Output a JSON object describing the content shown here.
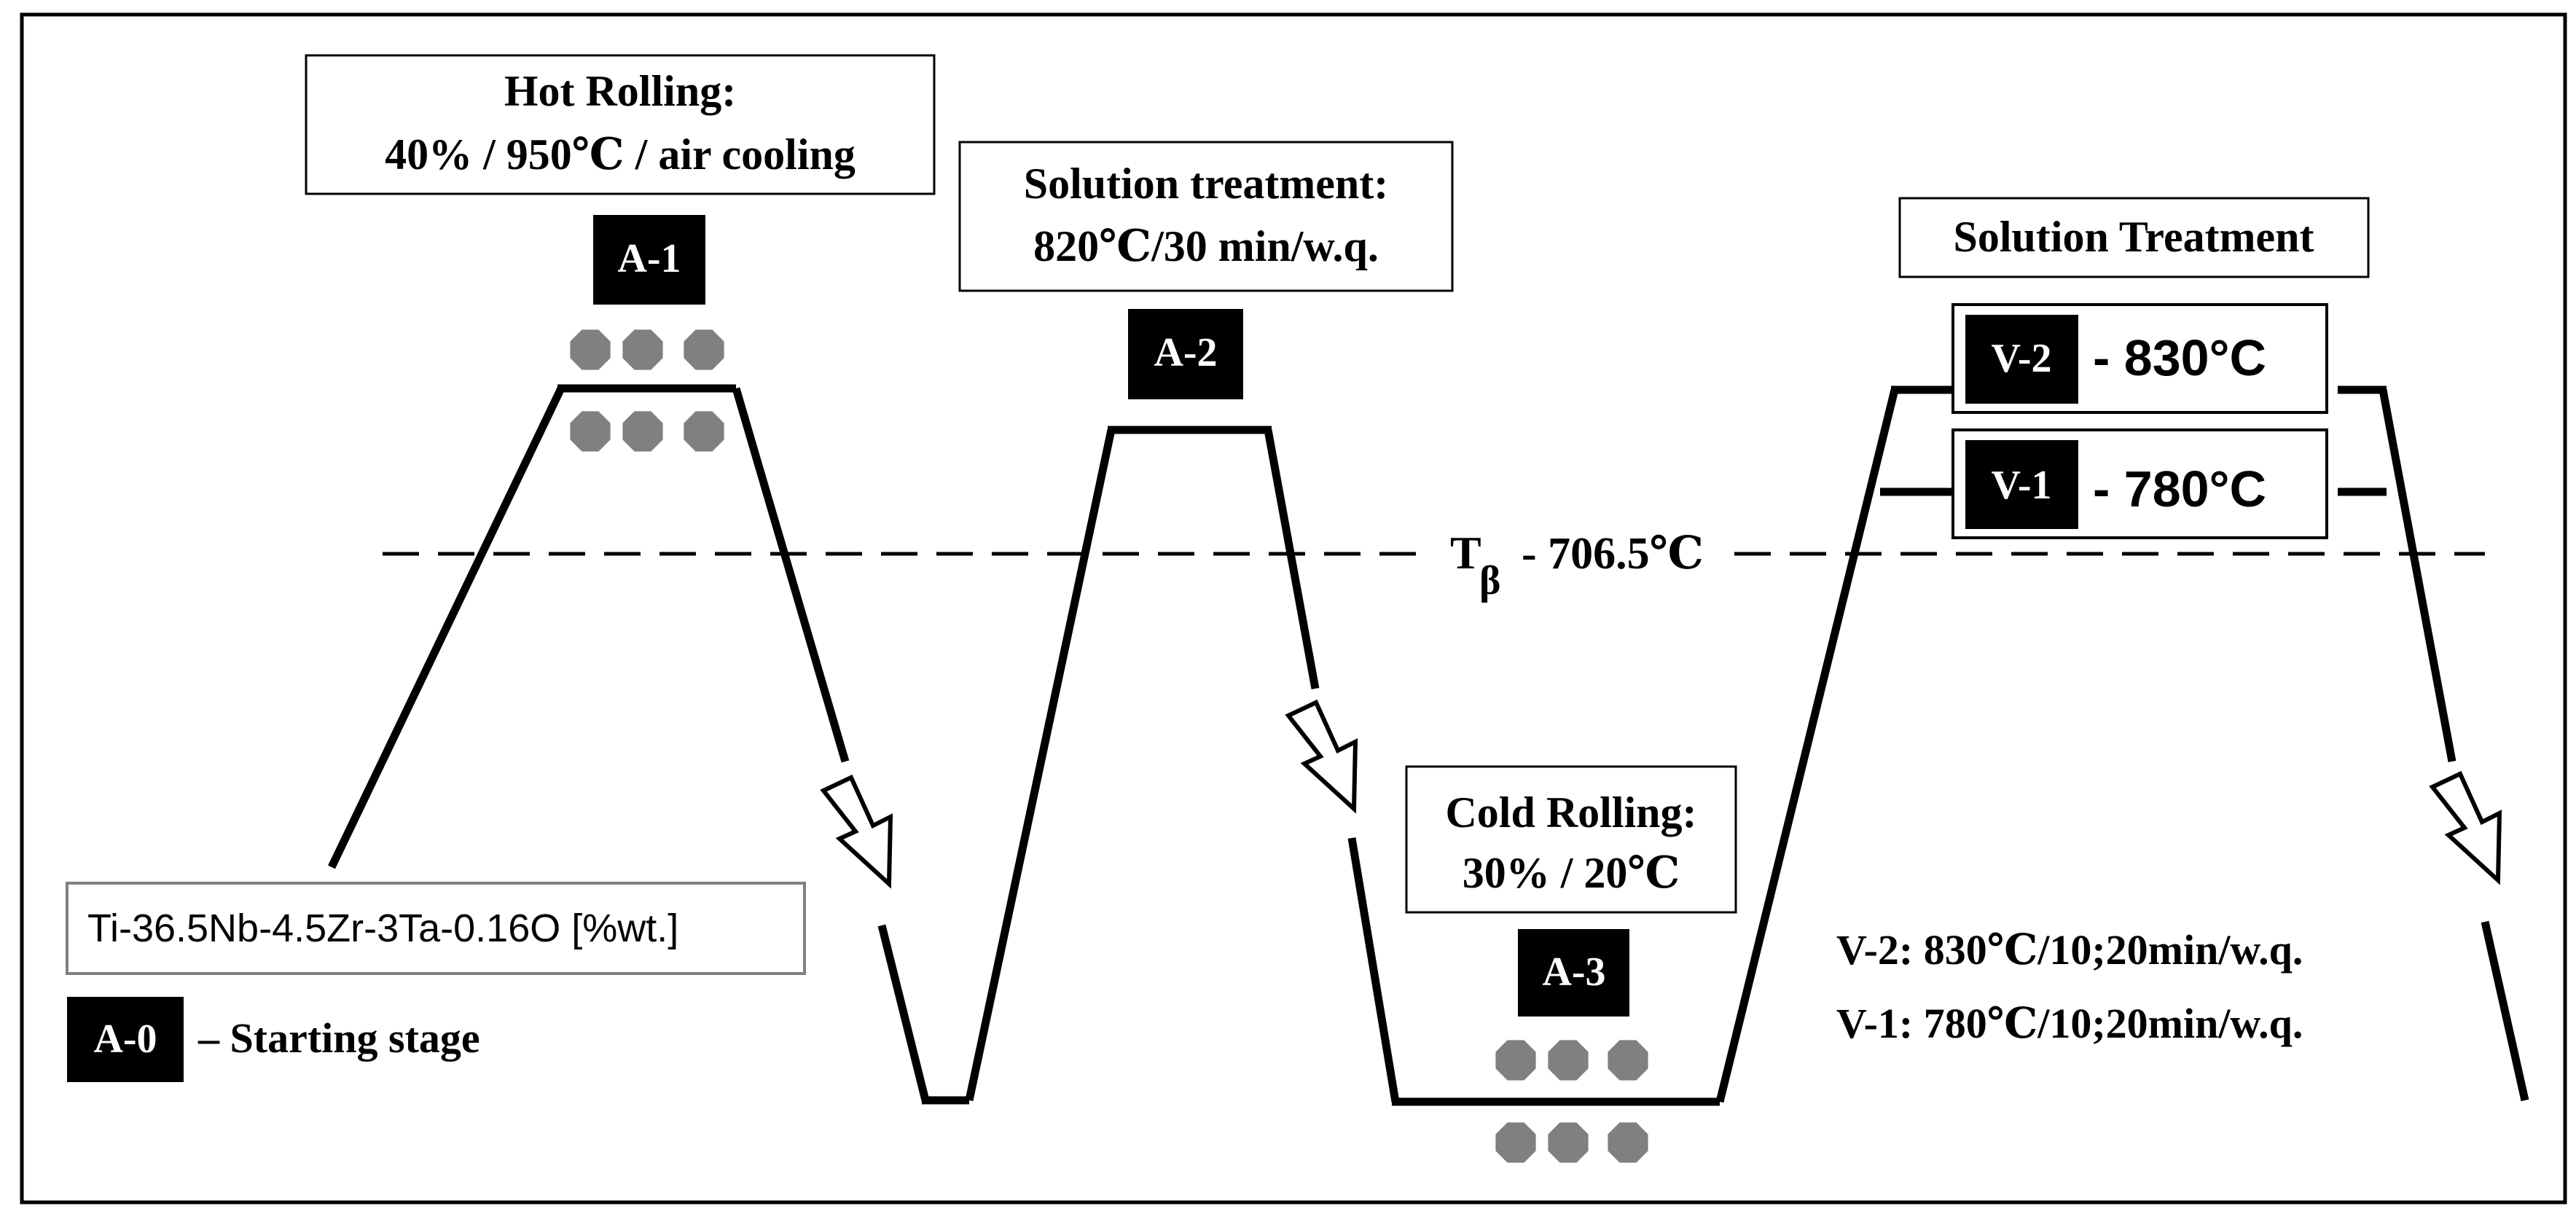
{
  "colors": {
    "line": "#000000",
    "badge_bg": "#000000",
    "badge_text": "#ffffff",
    "grain": "#808080",
    "background": "#ffffff"
  },
  "boxes": {
    "hot_rolling": {
      "line1": "Hot Rolling:",
      "line2": "40% / 950℃ / air cooling"
    },
    "solution_a2": {
      "line1": "Solution treatment:",
      "line2": "820℃/30 min/w.q."
    },
    "cold_rolling": {
      "line1": "Cold Rolling:",
      "line2": "30% / 20℃"
    },
    "solution_v": {
      "label": "Solution Treatment"
    },
    "alloy": {
      "label": "Ti-36.5Nb-4.5Zr-3Ta-0.16O [%wt.]"
    }
  },
  "badges": {
    "a0": "A-0",
    "a1": "A-1",
    "a2": "A-2",
    "a3": "A-3",
    "v1": "V-1",
    "v2": "V-2"
  },
  "labels": {
    "a0_desc": "– Starting stage",
    "v2_temp": "- 830°C",
    "v1_temp": "- 780°C",
    "tbeta_main": "T",
    "tbeta_sub": "β",
    "tbeta_value": "- 706.5℃",
    "v2_detail": "V-2: 830℃/10;20min/w.q.",
    "v1_detail": "V-1: 780℃/10;20min/w.q."
  },
  "icons": {
    "arrows": "hollow-down-right-arrow",
    "grains": "octagon-grain"
  }
}
